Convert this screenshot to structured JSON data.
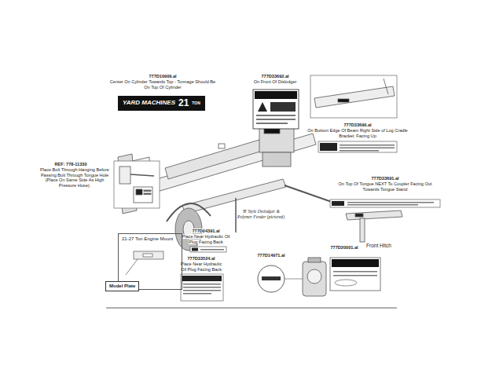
{
  "diagram": {
    "nodes": [
      {
        "text": [
          "YARD MACHINES",
          "21",
          "TON"
        ]
      },
      {
        "text": [
          "21-27 Ton Engine Mount"
        ]
      },
      {
        "text": [
          "Model Plate"
        ]
      }
    ],
    "labels": [
      "777D10909.al",
      "Center On Cylinder Towards Top - Tonnage Should Be On Top Of Cylinder",
      "777D33692.al",
      "On Front Of Dislodger",
      "777D33690.al",
      "On Bottom Edge Of Beam Right Side of Log Cradle Bracket: Facing Up",
      "REF: 778-11330",
      "Place Bolt Through Hanging Before Passing Bolt Through Tongue Hole (Place On Same Side As High Pressure Hose).",
      "777D33691.al",
      "On Top Of Tongue NEXT To Coupler Facing Out Towards Tongue Stand",
      "Front Hitch",
      "'B' Style Dislodger & Polymer Fender (pictured)",
      "777D04391.al",
      "Place Near Hydraulic Oil Plug Facing Back",
      "777D33524.al",
      "Place Near Hydraulic Oil Plug Facing Back",
      "777D14971.al",
      "777D20001.al"
    ]
  }
}
